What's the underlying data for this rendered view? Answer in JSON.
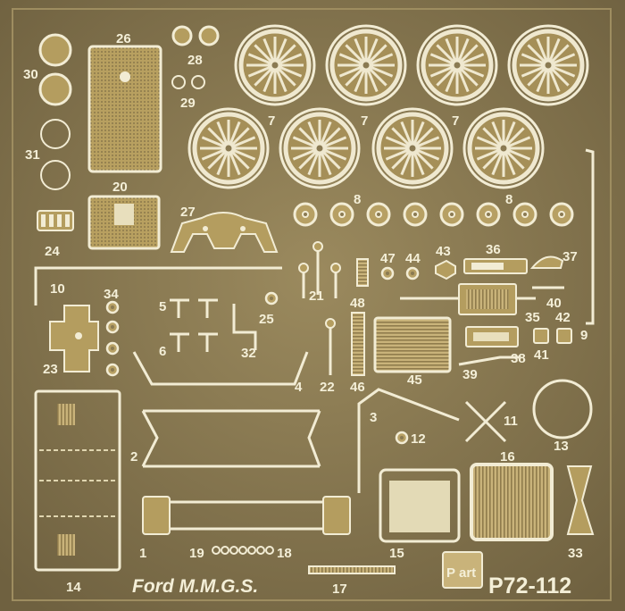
{
  "title": "Ford M.M.G.S.",
  "code": "P72-112",
  "brand": "Part",
  "colors": {
    "background": "#8a7a52",
    "brass": "#b49d5f",
    "highlight": "#f2ecd4"
  },
  "labels": {
    "n1": "1",
    "n2": "2",
    "n3": "3",
    "n4": "4",
    "n5": "5",
    "n6": "6",
    "n7a": "7",
    "n7b": "7",
    "n7c": "7",
    "n8a": "8",
    "n8b": "8",
    "n9": "9",
    "n10": "10",
    "n11": "11",
    "n12": "12",
    "n13": "13",
    "n14": "14",
    "n15": "15",
    "n16": "16",
    "n17": "17",
    "n18": "18",
    "n19": "19",
    "n20": "20",
    "n21": "21",
    "n22": "22",
    "n23": "23",
    "n24": "24",
    "n25": "25",
    "n26": "26",
    "n27": "27",
    "n28": "28",
    "n29": "29",
    "n30": "30",
    "n31": "31",
    "n32": "32",
    "n33": "33",
    "n34": "34",
    "n35": "35",
    "n36": "36",
    "n37": "37",
    "n38": "38",
    "n39": "39",
    "n40": "40",
    "n41": "41",
    "n42": "42",
    "n43": "43",
    "n44": "44",
    "n45": "45",
    "n46": "46",
    "n47": "47",
    "n48": "48"
  }
}
